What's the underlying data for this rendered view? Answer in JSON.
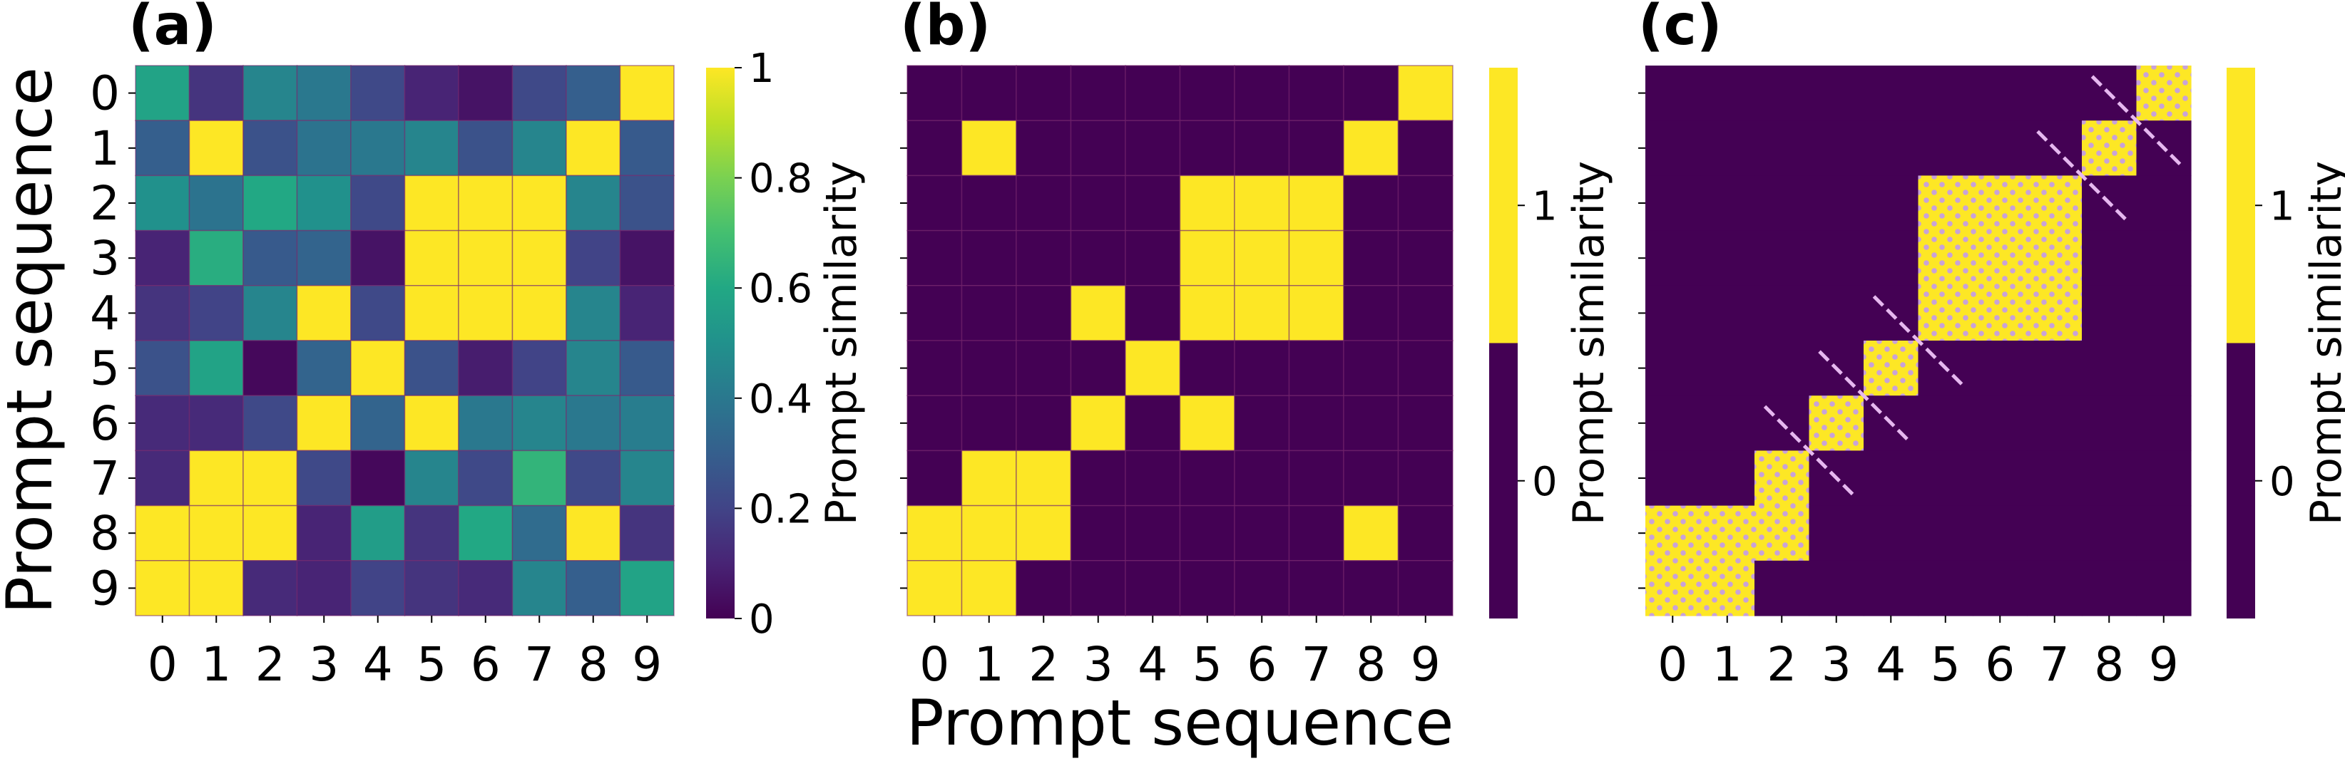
{
  "chart_data": [
    {
      "panel_label": "(a)",
      "type": "heatmap",
      "x_categories": [
        "0",
        "1",
        "2",
        "3",
        "4",
        "5",
        "6",
        "7",
        "8",
        "9"
      ],
      "y_categories": [
        "0",
        "1",
        "2",
        "3",
        "4",
        "5",
        "6",
        "7",
        "8",
        "9"
      ],
      "ylabel": "Prompt sequence",
      "colorbar": {
        "label": "Prompt similarity",
        "colormap": "viridis",
        "range": [
          0,
          1
        ],
        "ticks": [
          "0",
          "0.2",
          "0.4",
          "0.6",
          "0.8",
          "1"
        ]
      },
      "values": [
        [
          0.58,
          0.15,
          0.45,
          0.4,
          0.22,
          0.1,
          0.05,
          0.22,
          0.3,
          1.0
        ],
        [
          0.3,
          1.0,
          0.25,
          0.38,
          0.4,
          0.45,
          0.25,
          0.45,
          1.0,
          0.28
        ],
        [
          0.5,
          0.38,
          0.6,
          0.5,
          0.22,
          1.0,
          1.0,
          1.0,
          0.45,
          0.25
        ],
        [
          0.1,
          0.62,
          0.28,
          0.32,
          0.05,
          1.0,
          1.0,
          1.0,
          0.2,
          0.05
        ],
        [
          0.15,
          0.2,
          0.45,
          1.0,
          0.22,
          1.0,
          1.0,
          1.0,
          0.45,
          0.1
        ],
        [
          0.25,
          0.58,
          0.02,
          0.32,
          1.0,
          0.25,
          0.08,
          0.2,
          0.45,
          0.28
        ],
        [
          0.12,
          0.12,
          0.22,
          1.0,
          0.32,
          1.0,
          0.4,
          0.45,
          0.4,
          0.42
        ],
        [
          0.12,
          1.0,
          1.0,
          0.22,
          0.02,
          0.45,
          0.22,
          0.65,
          0.22,
          0.45
        ],
        [
          1.0,
          1.0,
          1.0,
          0.1,
          0.55,
          0.15,
          0.6,
          0.35,
          1.0,
          0.15
        ],
        [
          1.0,
          1.0,
          0.12,
          0.1,
          0.2,
          0.15,
          0.12,
          0.45,
          0.3,
          0.58
        ]
      ]
    },
    {
      "panel_label": "(b)",
      "type": "heatmap",
      "x_categories": [
        "0",
        "1",
        "2",
        "3",
        "4",
        "5",
        "6",
        "7",
        "8",
        "9"
      ],
      "xlabel": "Prompt sequence",
      "colorbar": {
        "label": "Prompt similarity",
        "colormap": "binary-viridis",
        "ticks": [
          "0",
          "1"
        ]
      },
      "values": [
        [
          0,
          0,
          0,
          0,
          0,
          0,
          0,
          0,
          0,
          1
        ],
        [
          0,
          1,
          0,
          0,
          0,
          0,
          0,
          0,
          1,
          0
        ],
        [
          0,
          0,
          0,
          0,
          0,
          1,
          1,
          1,
          0,
          0
        ],
        [
          0,
          0,
          0,
          0,
          0,
          1,
          1,
          1,
          0,
          0
        ],
        [
          0,
          0,
          0,
          1,
          0,
          1,
          1,
          1,
          0,
          0
        ],
        [
          0,
          0,
          0,
          0,
          1,
          0,
          0,
          0,
          0,
          0
        ],
        [
          0,
          0,
          0,
          1,
          0,
          1,
          0,
          0,
          0,
          0
        ],
        [
          0,
          1,
          1,
          0,
          0,
          0,
          0,
          0,
          0,
          0
        ],
        [
          1,
          1,
          1,
          0,
          0,
          0,
          0,
          0,
          1,
          0
        ],
        [
          1,
          1,
          0,
          0,
          0,
          0,
          0,
          0,
          0,
          0
        ]
      ]
    },
    {
      "panel_label": "(c)",
      "type": "heatmap",
      "x_categories": [
        "0",
        "1",
        "2",
        "3",
        "4",
        "5",
        "6",
        "7",
        "8",
        "9"
      ],
      "colorbar": {
        "label": "Prompt similarity",
        "colormap": "binary-viridis",
        "ticks": [
          "0",
          "1"
        ]
      },
      "values": [
        [
          0,
          0,
          0,
          0,
          0,
          0,
          0,
          0,
          0,
          1
        ],
        [
          0,
          0,
          0,
          0,
          0,
          0,
          0,
          0,
          1,
          0
        ],
        [
          0,
          0,
          0,
          0,
          0,
          1,
          1,
          1,
          0,
          0
        ],
        [
          0,
          0,
          0,
          0,
          0,
          1,
          1,
          1,
          0,
          0
        ],
        [
          0,
          0,
          0,
          0,
          0,
          1,
          1,
          1,
          0,
          0
        ],
        [
          0,
          0,
          0,
          0,
          1,
          0,
          0,
          0,
          0,
          0
        ],
        [
          0,
          0,
          0,
          1,
          0,
          0,
          0,
          0,
          0,
          0
        ],
        [
          0,
          0,
          1,
          0,
          0,
          0,
          0,
          0,
          0,
          0
        ],
        [
          1,
          1,
          1,
          0,
          0,
          0,
          0,
          0,
          0,
          0
        ],
        [
          1,
          1,
          0,
          0,
          0,
          0,
          0,
          0,
          0,
          0
        ]
      ]
    }
  ],
  "colors": {
    "low": "#440154",
    "high": "#fde725",
    "dot": "#c8a2d8",
    "cut": "#e6b8f0"
  }
}
